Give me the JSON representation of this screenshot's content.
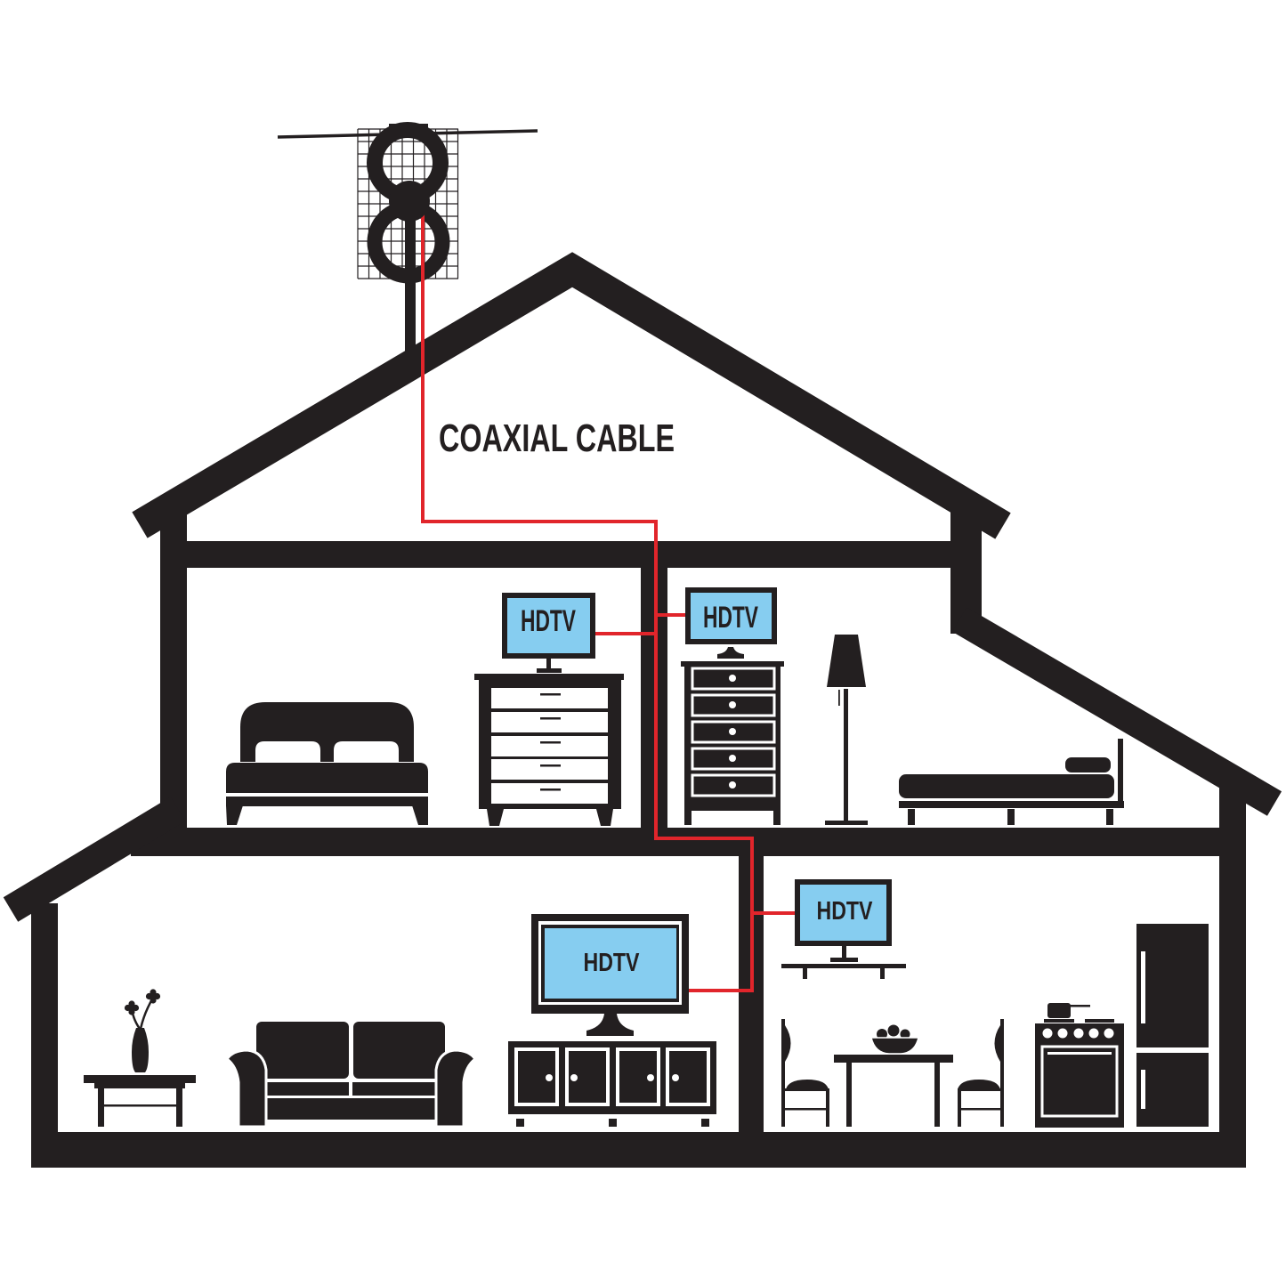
{
  "diagram": {
    "cable_label": "COAXIAL CABLE",
    "tvs": [
      {
        "label": "HDTV"
      },
      {
        "label": "HDTV"
      },
      {
        "label": "HDTV"
      },
      {
        "label": "HDTV"
      }
    ],
    "colors": {
      "outline": "#231f20",
      "cable": "#e1252b",
      "screen": "#86cdf0",
      "background": "#ffffff"
    },
    "icons": [
      "antenna-icon",
      "house-outline",
      "double-bed-icon",
      "dresser-icon",
      "floor-lamp-icon",
      "single-bed-icon",
      "side-table-icon",
      "flower-vase-icon",
      "sofa-icon",
      "tv-console-icon",
      "wall-shelf-icon",
      "dining-chair-icon",
      "dining-table-icon",
      "fruit-bowl-icon",
      "stove-icon",
      "refrigerator-icon",
      "hdtv-icon",
      "coaxial-cable-line"
    ]
  }
}
